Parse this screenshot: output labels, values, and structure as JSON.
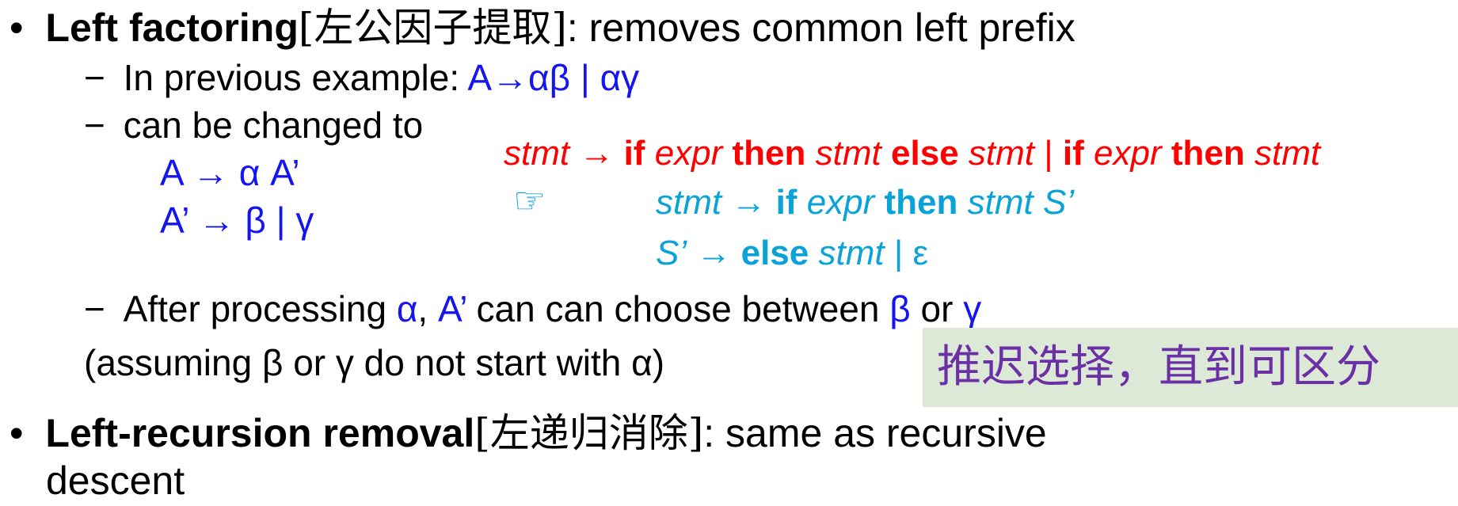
{
  "bullet1": {
    "marker": "•",
    "title": "Left factoring",
    "cn": "[左公因子提取]",
    "rest": ": removes common left prefix"
  },
  "sub1": {
    "dash": "−",
    "text": "In previous example: ",
    "formula": "A→αβ | αγ"
  },
  "sub2": {
    "dash": "−",
    "text": "can be changed to"
  },
  "grammar": {
    "line1": {
      "A": "A",
      "arrow": "→",
      "alpha": "α",
      "Aprime": "A’"
    },
    "line2": {
      "Aprime": "A’",
      "arrow": "→",
      "beta": "β",
      "bar": "|",
      "gamma": "γ"
    }
  },
  "stmt_rule": {
    "stmt1": "stmt",
    "arrow": "→",
    "if1": "if",
    "expr1": "expr",
    "then1": "then",
    "stmt2": "stmt",
    "else": "else",
    "stmt3": "stmt",
    "bar": "|",
    "if2": "if",
    "expr2": "expr",
    "then2": "then",
    "stmt4": "stmt"
  },
  "pointer": {
    "glyph": "☞"
  },
  "factored_rule1": {
    "stmt1": "stmt",
    "arrow": "→",
    "if": "if",
    "expr": "expr",
    "then": "then",
    "stmt2": "stmt",
    "S": "S’"
  },
  "factored_rule2": {
    "S": "S’",
    "arrow": "→",
    "else": "else",
    "stmt": "stmt",
    "bar": "|",
    "eps": "ε"
  },
  "sub3": {
    "dash": "−",
    "p1": "After processing ",
    "alpha": "α",
    "comma": ", ",
    "Aprime": "A’",
    "p2": " can can choose between ",
    "beta": "β",
    "or": " or ",
    "gamma": "γ"
  },
  "assumption": "(assuming β or γ do not start with α)",
  "note": "推迟选择，直到可区分",
  "bullet2": {
    "marker": "•",
    "title": "Left-recursion removal",
    "cn": "[左递归消除]",
    "rest": ": same as recursive",
    "cont": "descent"
  },
  "colors": {
    "blue": "#1515ee",
    "red": "#ff0000",
    "cyan": "#0aa3d8",
    "purple": "#6b2fa6",
    "note_bg": "#dde9d7"
  }
}
